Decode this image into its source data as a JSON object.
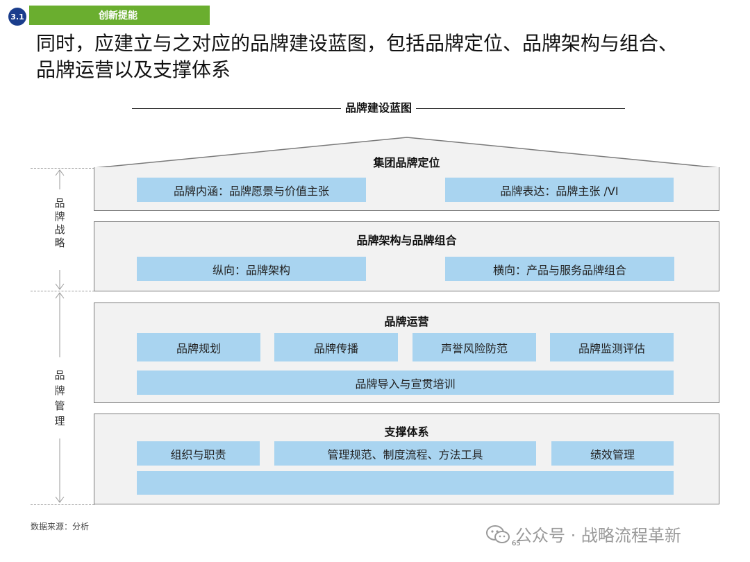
{
  "header": {
    "badge": "3.1",
    "section_tag": "创新提能",
    "headline_line1": "同时，应建立与之对应的品牌建设蓝图，包括品牌定位、品牌架构与组合、",
    "headline_line2": "品牌运营以及支撑体系"
  },
  "blueprint": {
    "title": "品牌建设蓝图",
    "side_labels": {
      "strategy": "品\n牌\n战\n略",
      "management": "品\n牌\n管\n理"
    },
    "positioning": {
      "title": "集团品牌定位",
      "items": [
        "品牌内涵：品牌愿景与价值主张",
        "品牌表达：品牌主张 /VI"
      ]
    },
    "architecture": {
      "title": "品牌架构与品牌组合",
      "items": [
        "纵向：品牌架构",
        "横向：产品与服务品牌组合"
      ]
    },
    "operations": {
      "title": "品牌运营",
      "items": [
        "品牌规划",
        "品牌传播",
        "声誉风险防范",
        "品牌监测评估"
      ],
      "wide_item": "品牌导入与宣贯培训"
    },
    "support": {
      "title": "支撑体系",
      "items": [
        "组织与职责",
        "管理规范、制度流程、方法工具",
        "绩效管理"
      ],
      "wide_item": ""
    }
  },
  "footer": {
    "source": "数据来源：分析",
    "watermark": "公众号 · 战略流程革新",
    "page_number": "65"
  },
  "colors": {
    "badge": "#1a3d8c",
    "section_tag": "#6aae2f",
    "item_fill": "#a9d4f0",
    "panel_fill": "#f2f2f2",
    "panel_border": "#7a7a7a"
  }
}
